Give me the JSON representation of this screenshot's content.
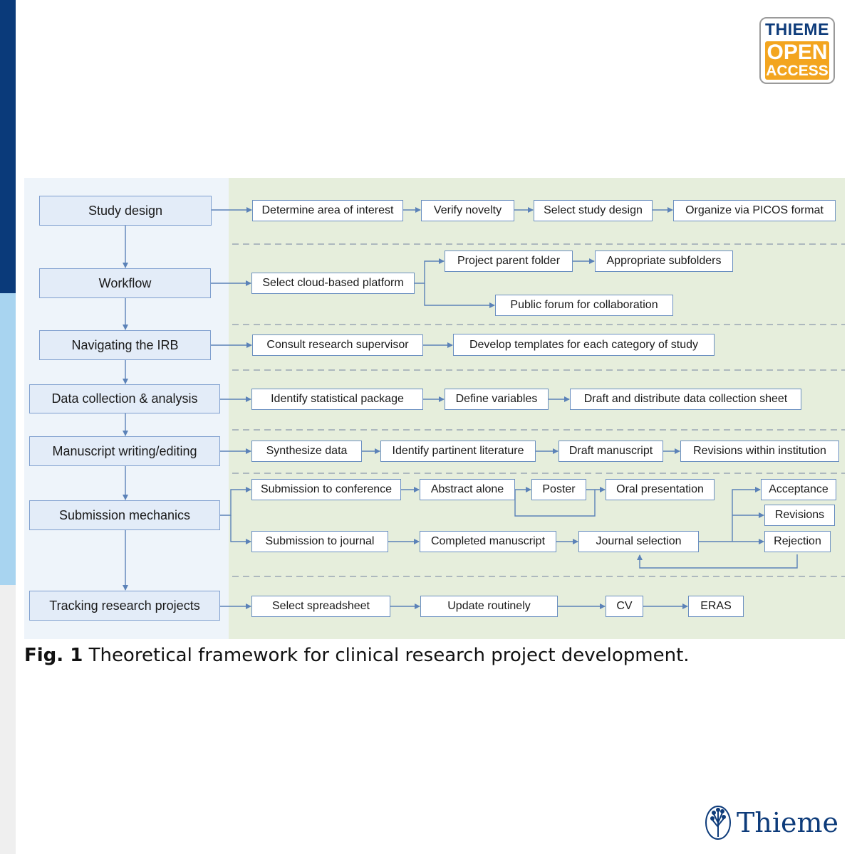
{
  "badge": {
    "top": "THIEME",
    "line1": "OPEN",
    "line2": "ACCESS"
  },
  "stages": {
    "study_design": "Study design",
    "workflow": "Workflow",
    "irb": "Navigating the IRB",
    "data": "Data collection & analysis",
    "manuscript": "Manuscript writing/editing",
    "submission": "Submission mechanics",
    "tracking": "Tracking research projects"
  },
  "steps": {
    "determine_area": "Determine area of interest",
    "verify_novelty": "Verify novelty",
    "select_design": "Select study design",
    "picos": "Organize via PICOS format",
    "cloud": "Select cloud-based platform",
    "parent_folder": "Project parent folder",
    "subfolders": "Appropriate subfolders",
    "forum": "Public forum for collaboration",
    "consult": "Consult research supervisor",
    "templates": "Develop templates for each category of study",
    "stat_package": "Identify statistical package",
    "variables": "Define variables",
    "collection_sheet": "Draft and distribute data collection sheet",
    "synthesize": "Synthesize data",
    "literature": "Identify partinent literature",
    "draft": "Draft  manuscript",
    "revisions_inst": "Revisions within institution",
    "sub_conference": "Submission to conference",
    "abstract": "Abstract alone",
    "poster": "Poster",
    "oral": "Oral presentation",
    "acceptance": "Acceptance",
    "revisions": "Revisions",
    "rejection": "Rejection",
    "sub_journal": "Submission to journal",
    "completed": "Completed manuscript",
    "journal_sel": "Journal selection",
    "spreadsheet": "Select spreadsheet",
    "update": "Update routinely",
    "cv": "CV",
    "eras": "ERAS"
  },
  "caption": {
    "label": "Fig. 1",
    "text": " Theoretical framework for clinical research project development."
  },
  "logo": {
    "name": "Thieme"
  },
  "colors": {
    "navy": "#0a3a7a",
    "light_blue": "#a8d4f0",
    "orange": "#f3a51f",
    "line": "#5b82b8"
  }
}
